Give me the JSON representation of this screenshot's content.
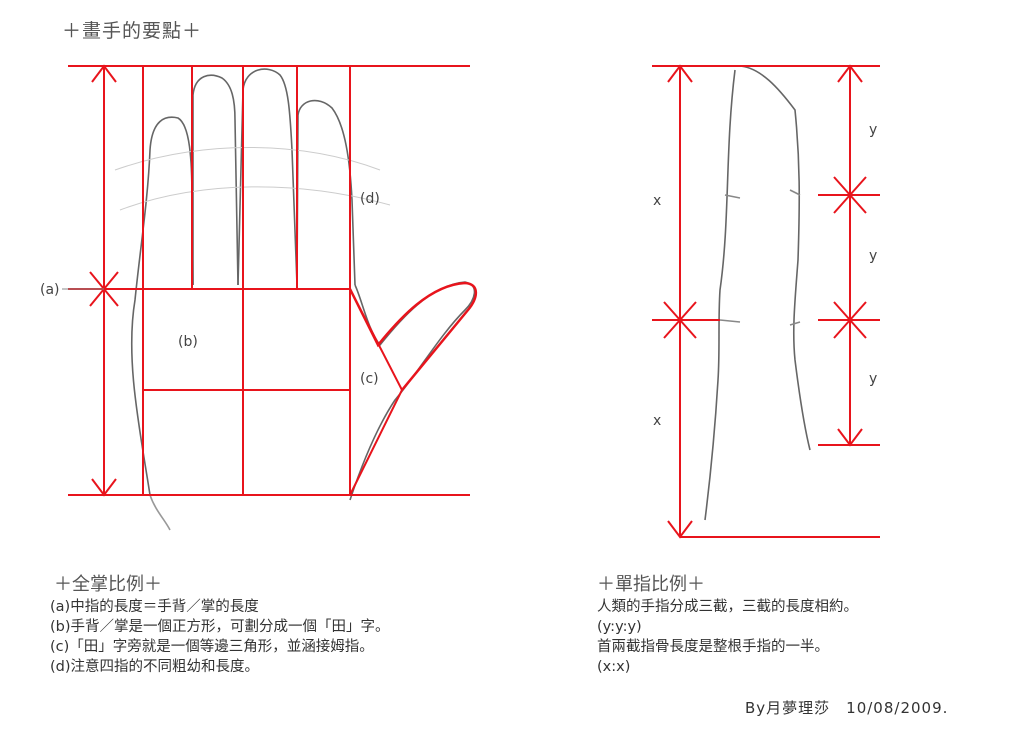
{
  "title": "＋畫手的要點＋",
  "hand_labels": {
    "a": "(a)",
    "b": "(b)",
    "c": "(c)",
    "d": "(d)"
  },
  "finger_labels": {
    "x1": "x",
    "x2": "x",
    "y1": "y",
    "y2": "y",
    "y3": "y"
  },
  "palm_section": {
    "heading": "＋全掌比例＋",
    "lines": [
      "(a)中指的長度＝手背／掌的長度",
      "(b)手背／掌是一個正方形，可劃分成一個「田」字。",
      "(c)「田」字旁就是一個等邊三角形，並涵接姆指。",
      "(d)注意四指的不同粗幼和長度。"
    ]
  },
  "finger_section": {
    "heading": "＋單指比例＋",
    "lines": [
      "人類的手指分成三截，三截的長度相約。",
      "(y:y:y)",
      "首兩截指骨長度是整根手指的一半。",
      "(x:x)"
    ]
  },
  "signature": "By月夢理莎　10/08/2009.",
  "colors": {
    "guide": "#e8141c",
    "sketch": "#555555"
  }
}
